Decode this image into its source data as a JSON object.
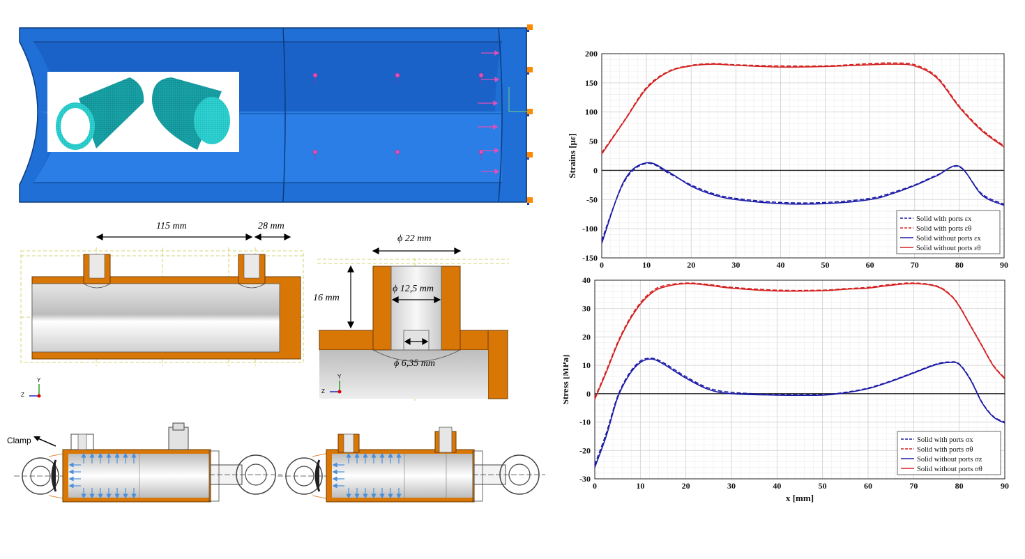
{
  "model_view": {
    "colors": {
      "tube": "#1f6fd6",
      "tube_dark": "#1a5fbd",
      "mesh": "#1fb5b5"
    }
  },
  "section_view": {
    "dim_spacing": "115 mm",
    "dim_end": "28 mm",
    "axis_y": "Y",
    "axis_z": "Z",
    "colors": {
      "steel": "#d97706",
      "bore": "#cfcfcf"
    }
  },
  "port_detail": {
    "dim_outer": "ϕ 22 mm",
    "dim_height": "16 mm",
    "dim_inner": "ϕ 12,5 mm",
    "dim_hole": "ϕ 6,35 mm",
    "axis_y": "Y",
    "axis_z": "Z"
  },
  "cylinder_views": {
    "clamp_label": "Clamp"
  },
  "chart_data": [
    {
      "type": "line",
      "ylabel": "Strains [με]",
      "xlabel": "",
      "xlim": [
        0,
        90
      ],
      "ylim": [
        -150,
        200
      ],
      "xticks": [
        0,
        10,
        20,
        30,
        40,
        50,
        60,
        70,
        80,
        90
      ],
      "yticks": [
        -150,
        -100,
        -50,
        0,
        50,
        100,
        150,
        200
      ],
      "grid": true,
      "legend_position": "bottom-right",
      "x": [
        0,
        5,
        10,
        15,
        20,
        25,
        30,
        40,
        50,
        60,
        65,
        70,
        75,
        80,
        85,
        90
      ],
      "series": [
        {
          "name": "Solid with ports εx",
          "color": "#1a1aa6",
          "dash": true,
          "values": [
            -120,
            -20,
            12,
            -5,
            -25,
            -40,
            -48,
            -55,
            -55,
            -48,
            -38,
            -25,
            -8,
            6,
            -40,
            -58
          ]
        },
        {
          "name": "Solid with ports εθ",
          "color": "#d42020",
          "dash": true,
          "values": [
            30,
            85,
            142,
            170,
            180,
            183,
            181,
            179,
            179,
            183,
            184,
            181,
            160,
            110,
            70,
            42
          ]
        },
        {
          "name": "Solid without ports εx",
          "color": "#1a1aa6",
          "dash": false,
          "values": [
            -125,
            -18,
            13,
            -3,
            -27,
            -42,
            -50,
            -57,
            -57,
            -50,
            -40,
            -26,
            -9,
            7,
            -42,
            -60
          ]
        },
        {
          "name": "Solid without ports εθ",
          "color": "#d42020",
          "dash": false,
          "values": [
            28,
            84,
            140,
            169,
            179,
            182,
            180,
            177,
            178,
            181,
            182,
            179,
            158,
            108,
            68,
            40
          ]
        }
      ]
    },
    {
      "type": "line",
      "ylabel": "Stress [MPa]",
      "xlabel": "x [mm]",
      "xlim": [
        0,
        90
      ],
      "ylim": [
        -30,
        40
      ],
      "xticks": [
        0,
        10,
        20,
        30,
        40,
        50,
        60,
        70,
        80,
        90
      ],
      "yticks": [
        -30,
        -20,
        -10,
        0,
        10,
        20,
        30,
        40
      ],
      "grid": true,
      "legend_position": "bottom-right",
      "x": [
        0,
        2.5,
        5,
        7.5,
        10,
        12.5,
        15,
        20,
        25,
        30,
        40,
        50,
        55,
        60,
        65,
        70,
        75,
        78,
        80,
        82.5,
        85,
        87.5,
        90
      ],
      "series": [
        {
          "name": "Solid with ports σx",
          "color": "#1a1aa6",
          "dash": true,
          "values": [
            -25,
            -14,
            -1,
            7,
            11.5,
            12.5,
            11,
            6,
            2,
            0.5,
            -0.3,
            -0.3,
            0.5,
            2,
            4.5,
            7.5,
            10.5,
            11.2,
            10.5,
            5,
            -3,
            -8,
            -10
          ]
        },
        {
          "name": "Solid with ports σθ",
          "color": "#d42020",
          "dash": true,
          "values": [
            -1.5,
            8,
            18,
            26,
            32,
            36,
            38,
            39,
            38.5,
            37.5,
            36.5,
            36.5,
            37,
            37.5,
            38.5,
            39,
            38,
            35,
            31,
            24,
            17,
            10,
            5.5
          ]
        },
        {
          "name": "Solid without ports σz",
          "color": "#1a1aa6",
          "dash": false,
          "values": [
            -26,
            -15,
            -1.5,
            6.5,
            11,
            12.2,
            10.5,
            5.5,
            1.5,
            0,
            -0.5,
            -0.5,
            0.3,
            1.8,
            4.3,
            7.3,
            10.3,
            11,
            10.3,
            4.8,
            -3.2,
            -8.2,
            -10.3
          ]
        },
        {
          "name": "Solid without ports σθ",
          "color": "#d42020",
          "dash": false,
          "values": [
            -2,
            7.5,
            17.5,
            25.5,
            31.5,
            35.5,
            37.5,
            38.8,
            38.2,
            37.2,
            36.2,
            36.3,
            36.8,
            37.2,
            38.2,
            38.8,
            37.8,
            34.8,
            30.8,
            23.8,
            16.8,
            9.8,
            5.2
          ]
        }
      ]
    }
  ]
}
